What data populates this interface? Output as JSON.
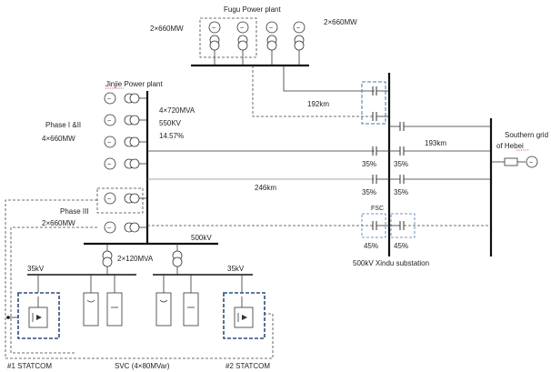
{
  "fugu": {
    "title": "Fugu Power plant",
    "left_rating": "2×660MW",
    "right_rating": "2×660MW"
  },
  "jinjie": {
    "title": "Jinjie Power plant",
    "phase12": "Phase I &II",
    "phase12_rating": "4×660MW",
    "transformer": "4×720MVA",
    "voltage": "550KV",
    "impedance": "14.57%",
    "phase3": "Phase III",
    "phase3_rating": "2×660MW"
  },
  "lines": {
    "fugu_xindu": "192km",
    "jinjie_xindu": "246km",
    "xindu_hebei": "193km"
  },
  "compensation": {
    "c1_left": "35%",
    "c1_right": "35%",
    "c2_left": "35%",
    "c2_right": "35%",
    "fsc": "FSC",
    "fsc_left": "45%",
    "fsc_right": "45%"
  },
  "substation": {
    "xindu": "500kV Xindu substation",
    "hebei_line1": "Southern  grid",
    "hebei_line2": "of Hebei"
  },
  "lower": {
    "bus_voltage": "500kV",
    "transformer": "2×120MVA",
    "left_kv": "35kV",
    "right_kv": "35kV",
    "statcom1": "#1 STATCOM",
    "svc": "SVC (4×80MVar)",
    "statcom2": "#2 STATCOM"
  }
}
